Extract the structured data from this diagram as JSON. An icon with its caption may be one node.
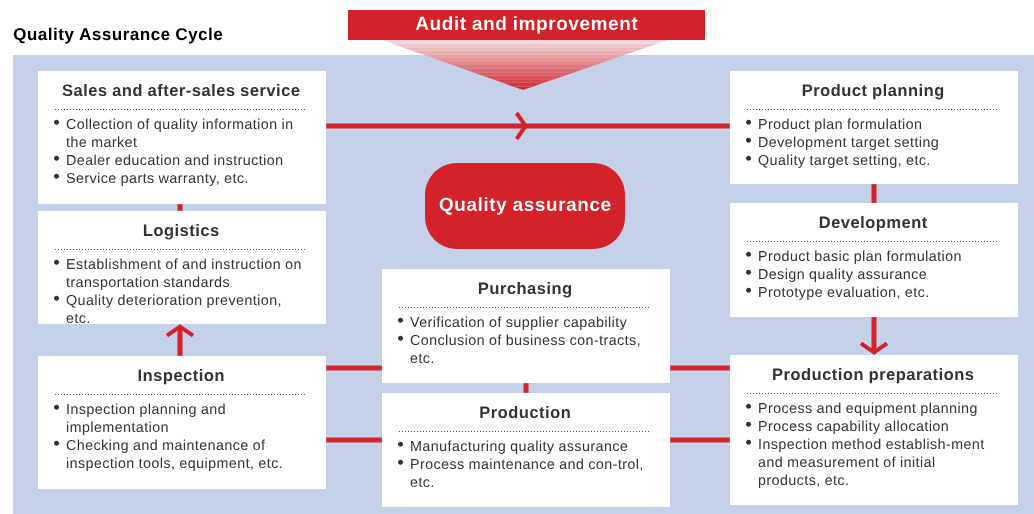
{
  "diagram": {
    "title": "Quality Assurance Cycle",
    "nodes": [
      {
        "text": [
          "Audit and improvement"
        ]
      },
      {
        "text": [
          "Sales and after-sales service",
          "Collection of quality information in the market",
          "Dealer education and instruction",
          "Service parts warranty, etc."
        ]
      },
      {
        "text": [
          "Product planning",
          "Product plan formulation",
          "Development target setting",
          "Quality target setting, etc."
        ]
      },
      {
        "text": [
          "Quality assurance"
        ]
      },
      {
        "text": [
          "Logistics",
          "Establishment of and instruction on transportation standards",
          "Quality deterioration prevention, etc."
        ]
      },
      {
        "text": [
          "Development",
          "Product basic plan formulation",
          "Design quality assurance",
          "Prototype evaluation, etc."
        ]
      },
      {
        "text": [
          "Purchasing",
          "Verification of supplier capability",
          "Conclusion of business con-tracts, etc."
        ]
      },
      {
        "text": [
          "Inspection",
          "Inspection planning and implementation",
          "Checking and maintenance of inspection tools, equipment, etc."
        ]
      },
      {
        "text": [
          "Production",
          "Manufacturing quality assurance",
          "Process maintenance and con-trol, etc."
        ]
      },
      {
        "text": [
          "Production preparations",
          "Process and equipment planning",
          "Process capability allocation",
          "Inspection method establish-ment and measurement of initial products, etc."
        ]
      }
    ],
    "edges": [
      {
        "from": 1,
        "to": 2,
        "arrow": "to"
      },
      {
        "from": 2,
        "to": 5,
        "arrow": "none"
      },
      {
        "from": 5,
        "to": 9,
        "arrow": "to"
      },
      {
        "from": 6,
        "to": 9,
        "arrow": "none"
      },
      {
        "from": 8,
        "to": 9,
        "arrow": "none"
      },
      {
        "from": 6,
        "to": 8,
        "arrow": "none"
      },
      {
        "from": 7,
        "to": 6,
        "arrow": "none"
      },
      {
        "from": 7,
        "to": 8,
        "arrow": "none"
      },
      {
        "from": 7,
        "to": 4,
        "arrow": "to"
      },
      {
        "from": 4,
        "to": 1,
        "arrow": "none"
      }
    ]
  }
}
